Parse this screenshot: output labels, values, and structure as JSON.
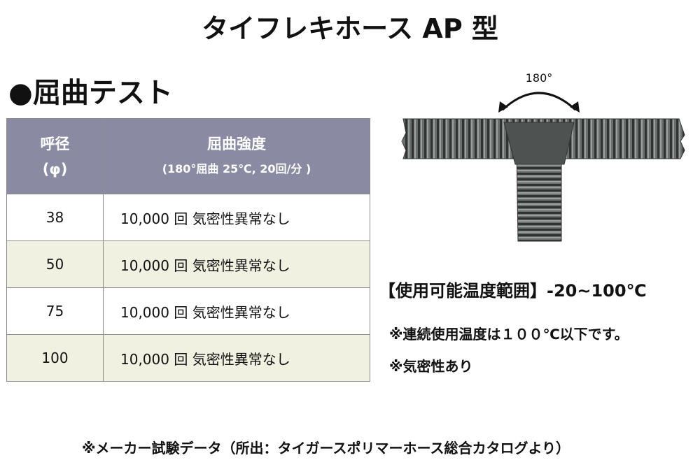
{
  "title": "タイフレキホース AP 型",
  "section_heading": "●屈曲テスト",
  "table": {
    "header": {
      "col1_line1": "呼径",
      "col1_line2": "(φ)",
      "col2_line1": "屈曲強度",
      "col2_line2": "(180°屈曲 25℃, 20回/分 )"
    },
    "rows": [
      {
        "diameter": "38",
        "result": "10,000 回 気密性異常なし"
      },
      {
        "diameter": "50",
        "result": "10,000 回 気密性異常なし"
      },
      {
        "diameter": "75",
        "result": "10,000 回 気密性異常なし"
      },
      {
        "diameter": "100",
        "result": "10,000 回 気密性異常なし"
      }
    ]
  },
  "figure": {
    "angle_label": "180°",
    "hose_color": "#5e6361"
  },
  "temp_range": "【使用可能温度範囲】-20~100℃",
  "note_continuous": "※連続使用温度は１００℃以下です。",
  "note_airtight": "※気密性あり",
  "footer": "※メーカー試験データ（所出：タイガースポリマーホース総合カタログより）"
}
